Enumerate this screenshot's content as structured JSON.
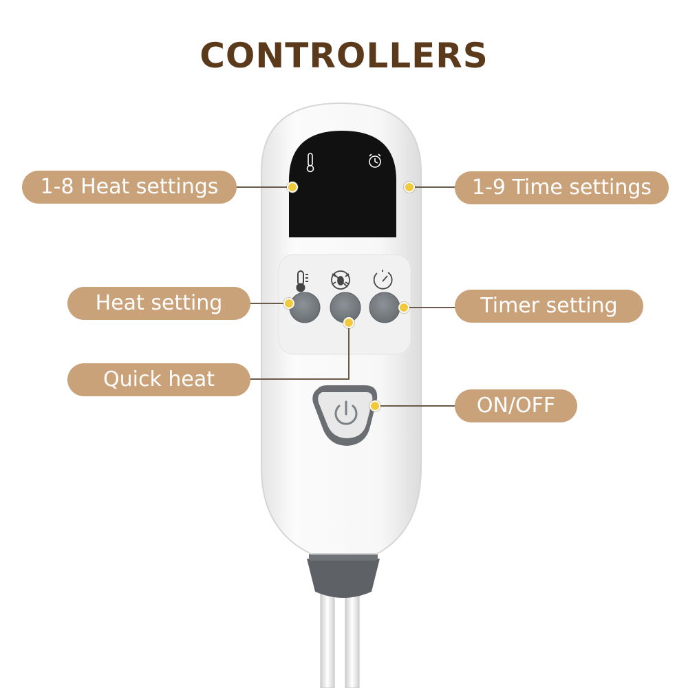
{
  "title": "CONTROLLERS",
  "colors": {
    "title": "#5a3a1a",
    "label_bg": "#c9a27a",
    "label_text": "#ffffff",
    "leader_line": "#6b5a48",
    "indicator_dot": "#f0c93c",
    "button_gray": "#7a7f84",
    "display_black": "#111111",
    "device_body": "#f4f4f4"
  },
  "labels": {
    "heat_settings_range": "1-8 Heat settings",
    "time_settings_range": "1-9 Time settings",
    "heat_setting": "Heat setting",
    "timer_setting": "Timer setting",
    "quick_heat": "Quick heat",
    "on_off": "ON/OFF"
  },
  "icons": {
    "display_left": "thermometer-icon",
    "display_right": "alarm-clock-icon",
    "button_heat": "thermometer-icon",
    "button_quick": "bug-icon",
    "button_timer": "timer-icon",
    "power": "power-icon"
  }
}
